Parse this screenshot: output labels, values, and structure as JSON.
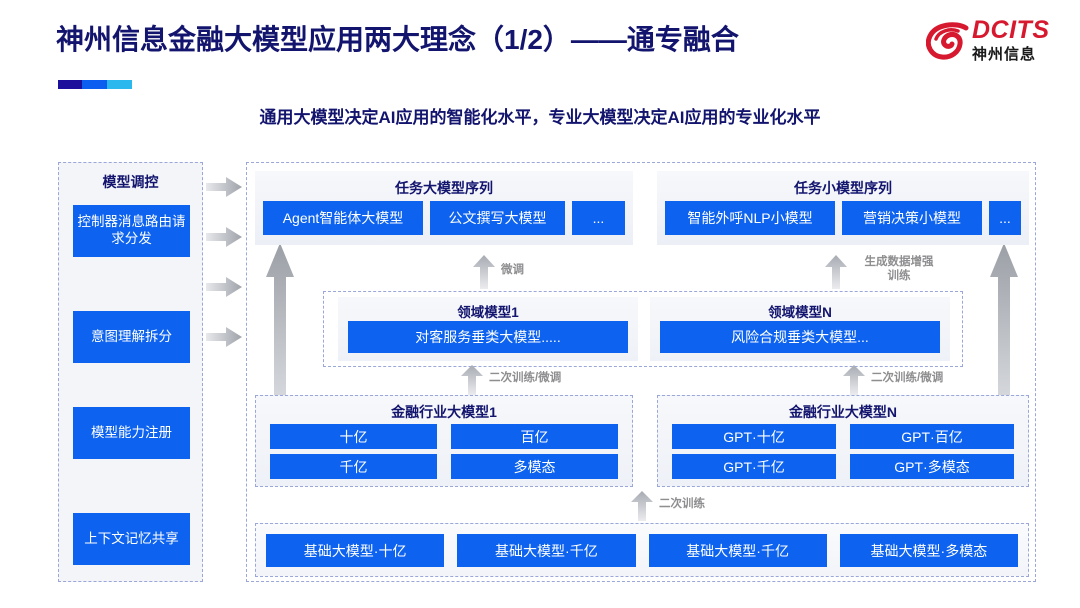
{
  "header": {
    "title": "神州信息金融大模型应用两大理念（1/2）——通专融合",
    "subtitle": "通用大模型决定AI应用的智能化水平，专业大模型决定AI应用的专业化水平",
    "logo_en": "DCITS",
    "logo_cn": "神州信息",
    "accent_colors": [
      "#1b0f9b",
      "#0c5ef0",
      "#2bb8ef"
    ],
    "title_color": "#12146e",
    "logo_color": "#d6192e"
  },
  "colors": {
    "chip_blue": "#0d63f0",
    "panel_grey": "#f4f5f8",
    "dashed_border": "#9aa7d8",
    "arrow_grey": "#b9bcc2"
  },
  "control_panel": {
    "title": "模型调控",
    "items": [
      {
        "label": "控制器消息路由请求分发"
      },
      {
        "label": "意图理解拆分"
      },
      {
        "label": "模型能力注册"
      },
      {
        "label": "上下文记忆共享"
      }
    ]
  },
  "task_sequences": [
    {
      "title": "任务大模型序列",
      "chips": [
        "Agent智能体大模型",
        "公文撰写大模型",
        "..."
      ]
    },
    {
      "title": "任务小模型序列",
      "chips": [
        "智能外呼NLP小模型",
        "营销决策小模型",
        "..."
      ]
    }
  ],
  "domain_models": [
    {
      "title": "领域模型1",
      "chip": "对客服务垂类大模型....."
    },
    {
      "title": "领域模型N",
      "chip": "风险合规垂类大模型..."
    }
  ],
  "industry_models": [
    {
      "title": "金融行业大模型1",
      "cells": [
        "十亿",
        "百亿",
        "千亿",
        "多模态"
      ]
    },
    {
      "title": "金融行业大模型N",
      "cells": [
        "GPT·十亿",
        "GPT·百亿",
        "GPT·千亿",
        "GPT·多模态"
      ]
    }
  ],
  "base_models": {
    "cells": [
      "基础大模型·十亿",
      "基础大模型·千亿",
      "基础大模型·千亿",
      "基础大模型·多模态"
    ]
  },
  "arrow_labels": {
    "fine_tune": "微调",
    "data_aug_line1": "生成数据增强",
    "data_aug_line2": "训练",
    "retrain_tune_left": "二次训练/微调",
    "retrain_tune_right": "二次训练/微调",
    "retrain": "二次训练"
  }
}
